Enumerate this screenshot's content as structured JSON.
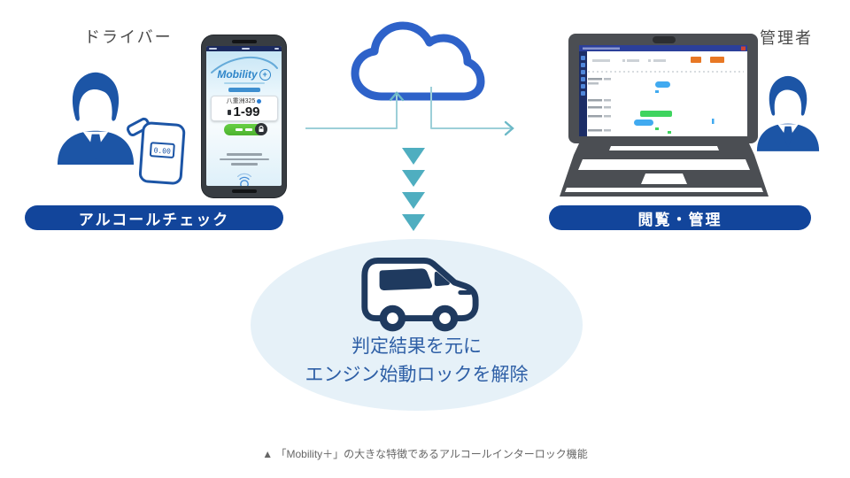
{
  "diagram": {
    "driver_label": "ドライバー",
    "admin_label": "管理者",
    "left_pill": "アルコールチェック",
    "right_pill": "閲覧・管理",
    "car_caption_line1": "判定結果を元に",
    "car_caption_line2": "エンジン始動ロックを解除",
    "bottom_caption": "▲ 「Mobility＋」の大きな特徴であるアルコールインターロック機能"
  },
  "phone_app": {
    "logo": "Mobility",
    "logo_plus": "+",
    "plate_region": "八重洲325",
    "plate_number": "1-99"
  },
  "breathalyzer": {
    "display": "0.00"
  },
  "colors": {
    "brand_blue": "#1C55A6",
    "pill_blue": "#12459B",
    "cloud_blue": "#2E62C9",
    "arrow_teal": "#4FAEC0",
    "ellipse_bg": "#E6F1F8",
    "car_navy": "#1F3A5F",
    "center_text_blue": "#2E5FA6",
    "button_green": "#55C13C",
    "laptop_gray": "#4B4E53"
  }
}
